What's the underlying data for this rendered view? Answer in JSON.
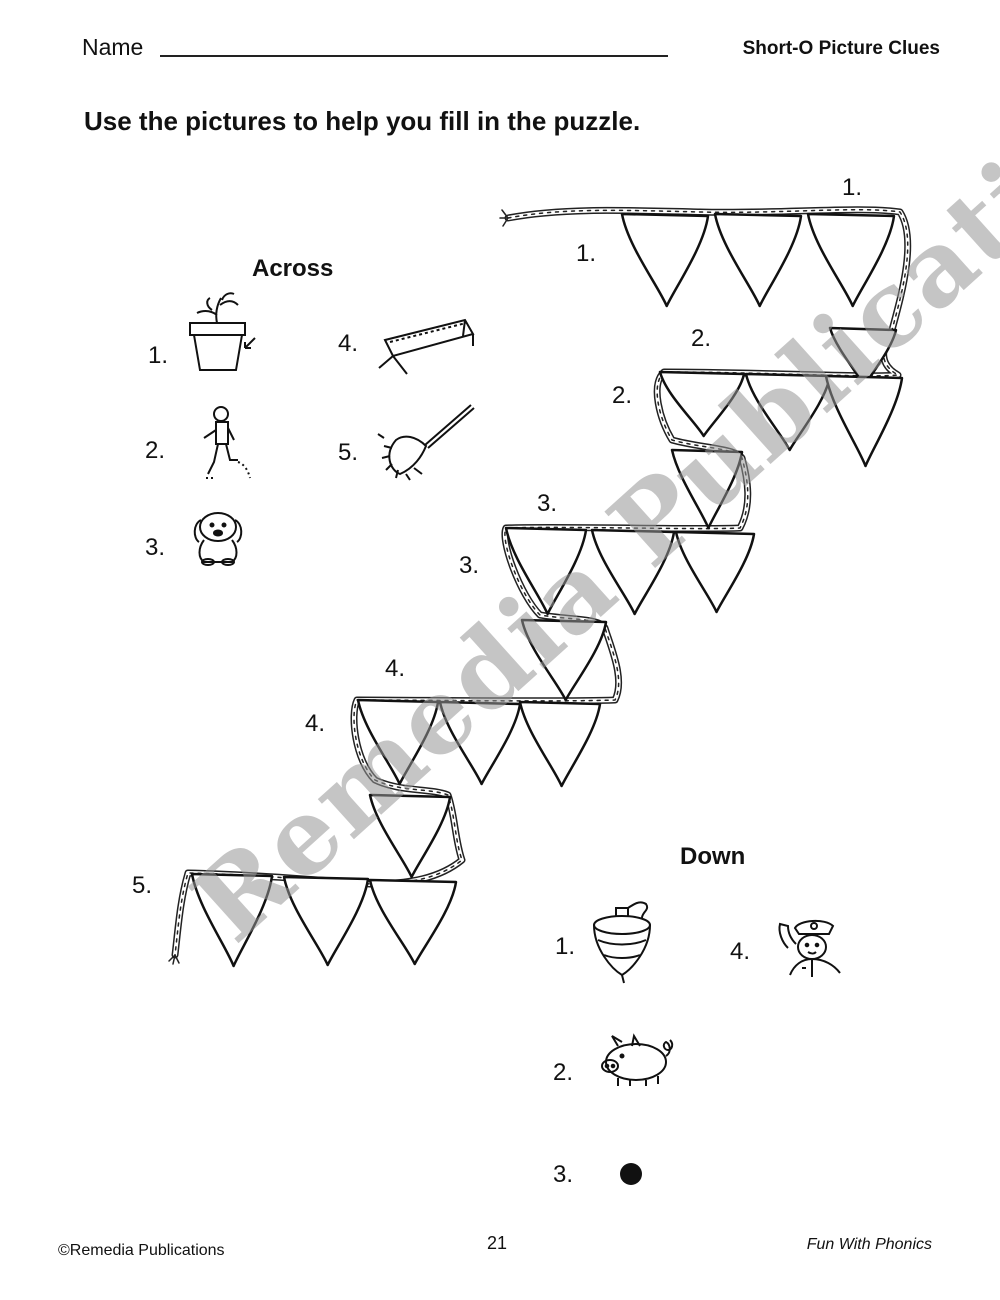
{
  "header": {
    "name_label": "Name",
    "worksheet_title": "Short-O Picture Clues"
  },
  "instructions": "Use the pictures to help you fill in the puzzle.",
  "across": {
    "heading": "Across",
    "clues": [
      {
        "number": "1.",
        "icon": "flower-pot-icon"
      },
      {
        "number": "2.",
        "icon": "jogging-boy-icon"
      },
      {
        "number": "3.",
        "icon": "dog-icon"
      },
      {
        "number": "4.",
        "icon": "cot-icon"
      },
      {
        "number": "5.",
        "icon": "mop-icon"
      }
    ]
  },
  "down": {
    "heading": "Down",
    "clues": [
      {
        "number": "1.",
        "icon": "spinning-top-icon"
      },
      {
        "number": "2.",
        "icon": "hog-icon"
      },
      {
        "number": "3.",
        "icon": "dot-icon"
      },
      {
        "number": "4.",
        "icon": "police-officer-icon"
      }
    ]
  },
  "puzzle": {
    "across_numbers": [
      "1.",
      "2.",
      "3.",
      "4.",
      "5."
    ],
    "down_numbers": [
      "1.",
      "2.",
      "3.",
      "4."
    ]
  },
  "watermark": "Remedia Publications",
  "footer": {
    "copyright": "©Remedia Publications",
    "page_number": "21",
    "book_title": "Fun With Phonics"
  }
}
